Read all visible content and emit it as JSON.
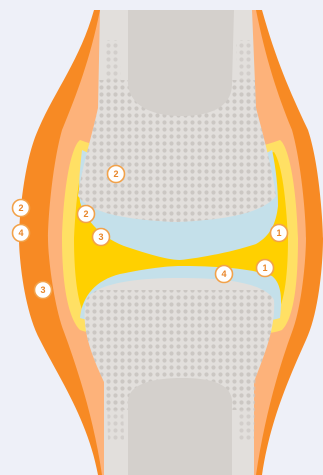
{
  "colors": {
    "background": "#eef0f8",
    "outer_capsule": "#f78a24",
    "inner_capsule": "#fdb27a",
    "synovial_membrane": "#ffe064",
    "synovial_fluid": "#ffd000",
    "cartilage": "#c4e0ea",
    "bone": "#e2dfdc",
    "bone_marrow": "#d4d0cc",
    "bone_dots": "#cbc7c3",
    "marker_fill": "#ffffff",
    "marker_stroke": "#f2a24a",
    "marker_text": "#e8862a"
  },
  "markers": [
    {
      "label": "2"
    },
    {
      "label": "4"
    },
    {
      "label": "3"
    },
    {
      "label": "2"
    },
    {
      "label": "2"
    },
    {
      "label": "3"
    },
    {
      "label": "1"
    },
    {
      "label": "4"
    },
    {
      "label": "1"
    }
  ]
}
